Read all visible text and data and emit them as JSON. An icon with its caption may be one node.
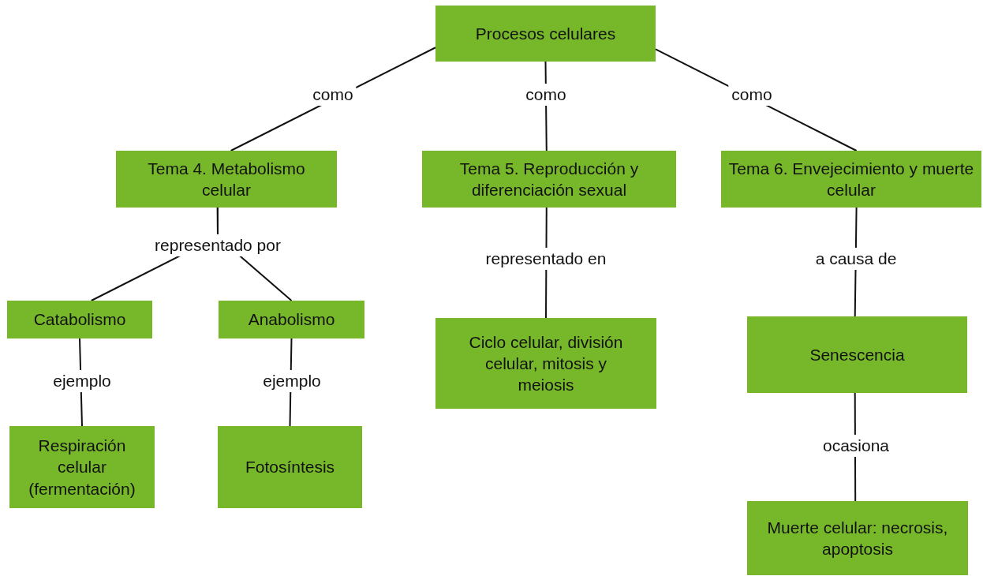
{
  "diagram": {
    "nodes": [
      {
        "text": [
          "Procesos celulares"
        ]
      },
      {
        "text": [
          "Tema 4. Metabolismo celular"
        ]
      },
      {
        "text": [
          "Tema 5. Reproducción y diferenciación sexual"
        ]
      },
      {
        "text": [
          "Tema 6. Envejecimiento y muerte celular"
        ]
      },
      {
        "text": [
          "Catabolismo"
        ]
      },
      {
        "text": [
          "Anabolismo"
        ]
      },
      {
        "text": [
          "Ciclo celular, división celular, mitosis y meiosis"
        ]
      },
      {
        "text": [
          "Senescencia"
        ]
      },
      {
        "text": [
          "Respiración celular (fermentación)"
        ]
      },
      {
        "text": [
          "Fotosíntesis"
        ]
      },
      {
        "text": [
          "Muerte celular: necrosis, apoptosis"
        ]
      }
    ],
    "edges": [
      {
        "from": 0,
        "to": 1,
        "arrow": "none",
        "label": "como"
      },
      {
        "from": 0,
        "to": 2,
        "arrow": "none",
        "label": "como"
      },
      {
        "from": 0,
        "to": 3,
        "arrow": "none",
        "label": "como"
      },
      {
        "from": 1,
        "to": 4,
        "arrow": "none",
        "label": "representado por"
      },
      {
        "from": 1,
        "to": 5,
        "arrow": "none"
      },
      {
        "from": 2,
        "to": 6,
        "arrow": "none",
        "label": "representado en"
      },
      {
        "from": 3,
        "to": 7,
        "arrow": "none",
        "label": "a causa de"
      },
      {
        "from": 4,
        "to": 8,
        "arrow": "none",
        "label": "ejemplo"
      },
      {
        "from": 5,
        "to": 9,
        "arrow": "none",
        "label": "ejemplo"
      },
      {
        "from": 7,
        "to": 10,
        "arrow": "none",
        "label": "ocasiona"
      }
    ]
  }
}
